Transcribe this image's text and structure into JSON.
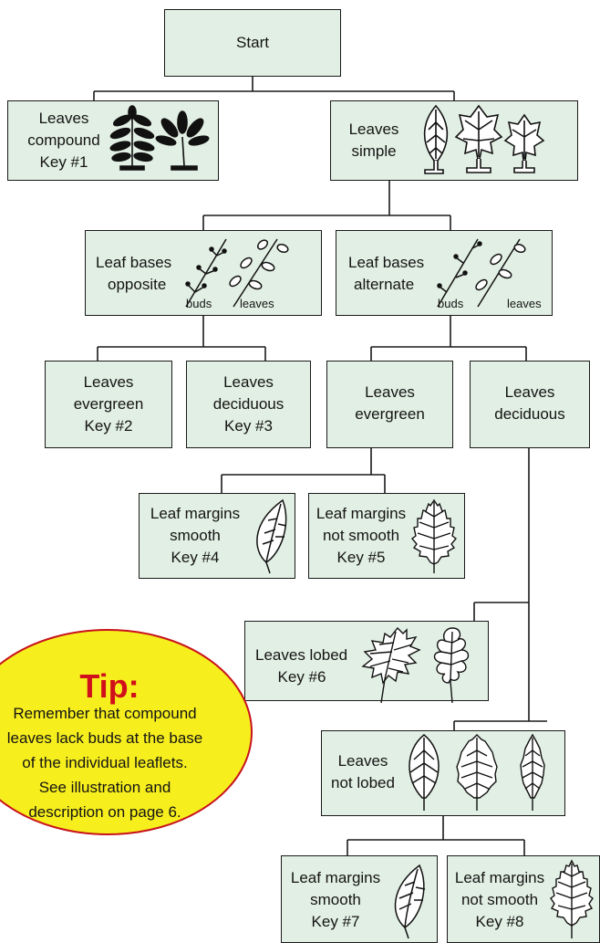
{
  "start": {
    "label": "Start"
  },
  "compound": {
    "line1": "Leaves",
    "line2": "compound",
    "line3": "Key #1"
  },
  "simple": {
    "line1": "Leaves",
    "line2": "simple"
  },
  "opposite": {
    "line1": "Leaf bases",
    "line2": "opposite",
    "buds": "buds",
    "leaves": "leaves"
  },
  "alternate": {
    "line1": "Leaf bases",
    "line2": "alternate",
    "buds": "buds",
    "leaves": "leaves"
  },
  "opp_evergreen": {
    "line1": "Leaves",
    "line2": "evergreen",
    "line3": "Key #2"
  },
  "opp_deciduous": {
    "line1": "Leaves",
    "line2": "deciduous",
    "line3": "Key #3"
  },
  "alt_evergreen": {
    "line1": "Leaves",
    "line2": "evergreen"
  },
  "alt_deciduous": {
    "line1": "Leaves",
    "line2": "deciduous"
  },
  "key4": {
    "line1": "Leaf margins",
    "line2": "smooth",
    "line3": "Key #4"
  },
  "key5": {
    "line1": "Leaf margins",
    "line2": "not smooth",
    "line3": "Key #5"
  },
  "lobed": {
    "line1": "Leaves lobed",
    "line2": "Key #6"
  },
  "notlobed": {
    "line1": "Leaves",
    "line2": "not lobed"
  },
  "key7": {
    "line1": "Leaf margins",
    "line2": "smooth",
    "line3": "Key #7"
  },
  "key8": {
    "line1": "Leaf margins",
    "line2": "not smooth",
    "line3": "Key #8"
  },
  "tip": {
    "title": "Tip:",
    "line1": "Remember that compound",
    "line2": "leaves lack buds at the base",
    "line3": "of the individual leaflets.",
    "line4": "See illustration and",
    "line5": "description on page 6."
  },
  "colors": {
    "box_fill": "#e2efe4",
    "tip_fill": "#f7ee1e",
    "tip_border": "#c8121c",
    "tip_title": "#d0101a"
  },
  "icons": [
    "compound-leaf-icon",
    "palmate-leaf-icon",
    "simple-leaf-icon",
    "maple-leaf-icon",
    "twig-icon",
    "smooth-leaf-icon",
    "toothed-leaf-icon",
    "oak-leaf-icon"
  ]
}
